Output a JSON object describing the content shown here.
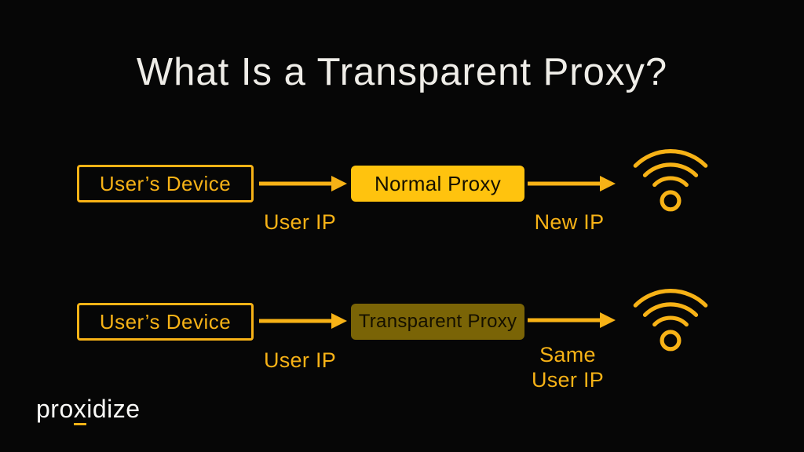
{
  "title": "What Is a Transparent Proxy?",
  "colors": {
    "accent": "#F7B216",
    "normal_fill": "#FFC30E",
    "transparent_fill": "#7A6406",
    "background": "#060606",
    "title_color": "#EFEDE8",
    "logo_color": "#FAFAF8"
  },
  "rows": [
    {
      "device_label": "User’s Device",
      "proxy_label": "Normal Proxy",
      "arrow1_label": "User IP",
      "arrow2_label": "New IP",
      "wifi_icon": "wifi-icon"
    },
    {
      "device_label": "User’s Device",
      "proxy_label": "Transparent Proxy",
      "arrow1_label": "User IP",
      "arrow2_label_line1": "Same",
      "arrow2_label_line2": "User IP",
      "wifi_icon": "wifi-icon"
    }
  ],
  "logo": {
    "part1": "pro",
    "part2": "x",
    "part3": "idize"
  }
}
